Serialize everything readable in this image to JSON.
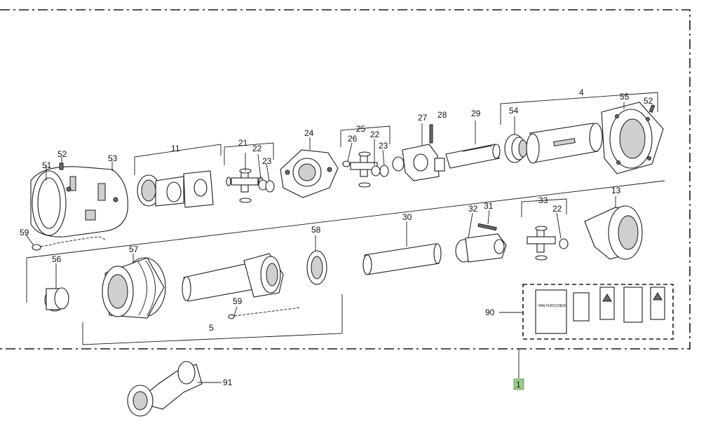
{
  "callouts": {
    "c1": "1",
    "c4": "4",
    "c5": "5",
    "c11": "11",
    "c13": "13",
    "c21": "21",
    "c22a": "22",
    "c22b": "22",
    "c22c": "22",
    "c23a": "23",
    "c23b": "23",
    "c24": "24",
    "c25": "25",
    "c26": "26",
    "c27": "27",
    "c28": "28",
    "c29": "29",
    "c30": "30",
    "c31": "31",
    "c32": "32",
    "c33": "33",
    "c51": "51",
    "c52a": "52",
    "c52b": "52",
    "c53": "53",
    "c54": "54",
    "c55": "55",
    "c56": "56",
    "c57": "57",
    "c58": "58",
    "c59a": "59",
    "c59b": "59",
    "c90": "90",
    "c91": "91"
  },
  "kit_label": "WALTERSCHEID",
  "colors": {
    "highlight": "#9ccc8c",
    "line": "#1a1a1a"
  }
}
